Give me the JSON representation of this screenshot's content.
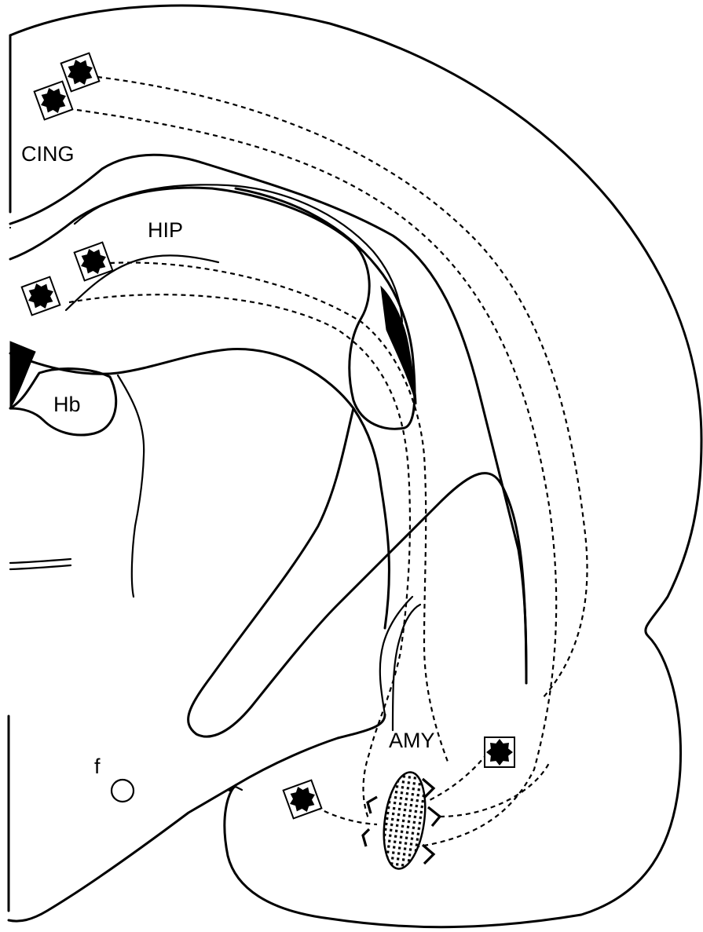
{
  "labels": {
    "cingulate": "CING",
    "hippocampus": "HIP",
    "habenula": "Hb",
    "amygdala": "AMY",
    "fornix": "f"
  }
}
